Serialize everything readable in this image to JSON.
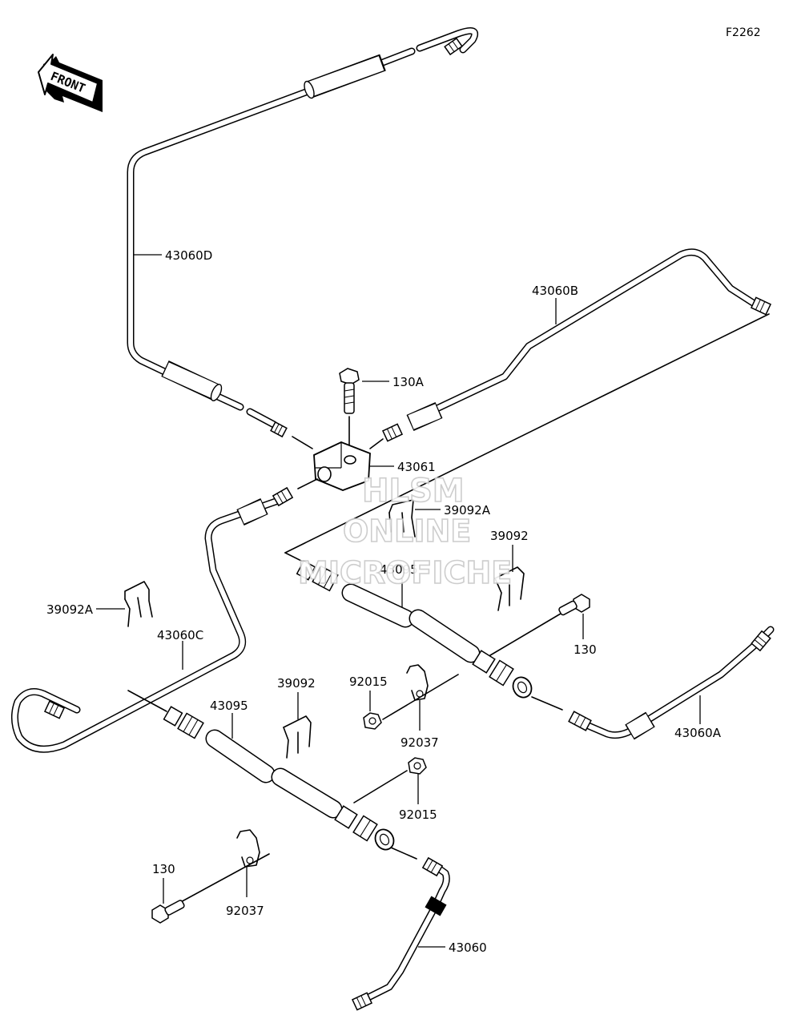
{
  "diagram": {
    "ref_code": "F2262",
    "front_label": "FRONT",
    "watermark": {
      "line1": "HLSM",
      "line2": "ONLINE",
      "line3": "MICROFICHE"
    },
    "labels": {
      "p43060D": "43060D",
      "p43060B": "43060B",
      "p130A": "130A",
      "p43061": "43061",
      "p39092A_upper": "39092A",
      "p39092_upper": "39092",
      "p43095_upper": "43095",
      "p130_right": "130",
      "p43060A": "43060A",
      "p39092A_left": "39092A",
      "p43060C": "43060C",
      "p39092_lower": "39092",
      "p43095_lower": "43095",
      "p92015_upper": "92015",
      "p92037_upper": "92037",
      "p92015_lower": "92015",
      "p130_lower": "130",
      "p92037_lower": "92037",
      "p43060": "43060"
    }
  }
}
